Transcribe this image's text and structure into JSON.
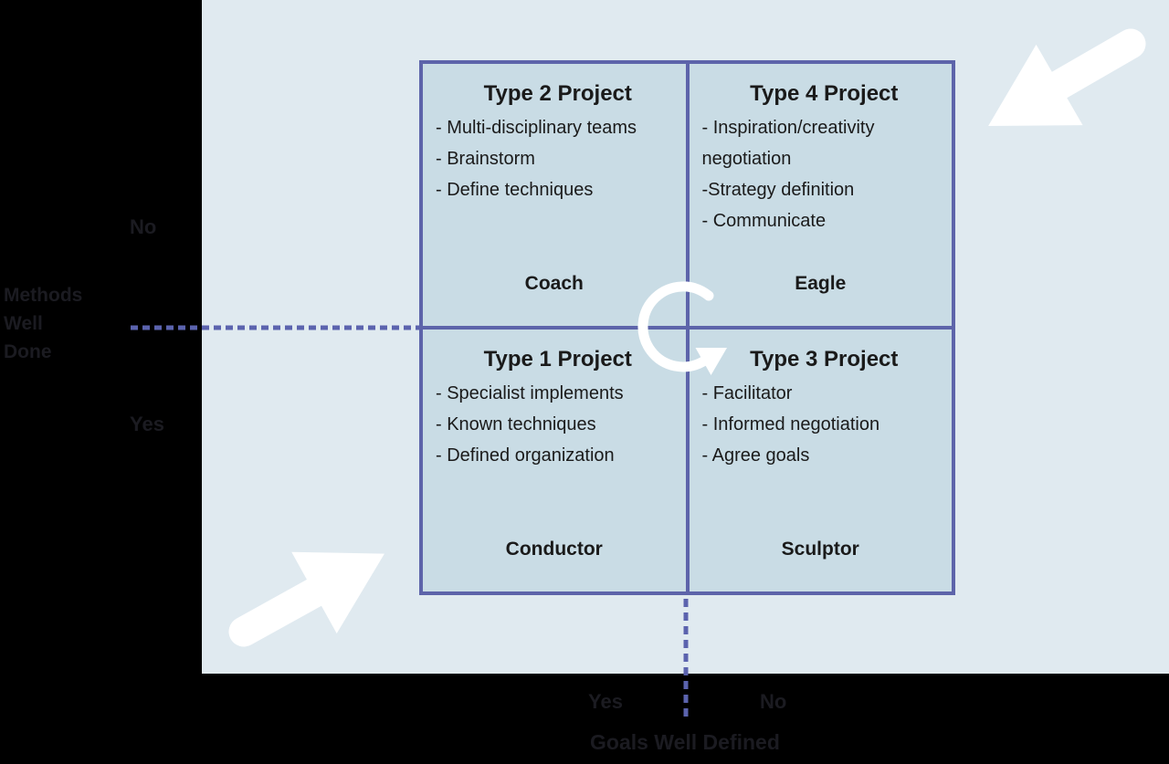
{
  "colors": {
    "background": "#000000",
    "panel": "#e0eaf0",
    "quadrant_fill": "#c9dce5",
    "grid_border": "#5d64aa",
    "dashed_line": "#5b63ae",
    "arrow": "#ffffff",
    "text": "#1a1a1a"
  },
  "quadrant_grid": {
    "quadrants": [
      {
        "position": "top-left",
        "title": "Type 2 Project",
        "bullets": [
          "- Multi-disciplinary teams",
          "- Brainstorm",
          "- Define techniques"
        ],
        "role": "Coach"
      },
      {
        "position": "top-right",
        "title": "Type 4 Project",
        "bullets": [
          "- Inspiration/creativity negotiation",
          "-Strategy definition",
          "- Communicate"
        ],
        "role": "Eagle"
      },
      {
        "position": "bottom-left",
        "title": "Type 1 Project",
        "bullets": [
          "- Specialist implements",
          "- Known techniques",
          "- Defined organization"
        ],
        "role": "Conductor"
      },
      {
        "position": "bottom-right",
        "title": "Type 3 Project",
        "bullets": [
          "- Facilitator",
          "- Informed negotiation",
          "- Agree goals"
        ],
        "role": "Sculptor"
      }
    ]
  },
  "y_axis": {
    "label": "Methods\nWell\nDone",
    "top_value": "No",
    "bottom_value": "Yes"
  },
  "x_axis": {
    "label": "Goals Well Defined",
    "left_value": "Yes",
    "right_value": "No"
  },
  "icons": {
    "center": "clockwise-rotation-arrow",
    "top_right": "block-arrow-pointing-down-left",
    "bottom_left": "block-arrow-pointing-up-right"
  }
}
